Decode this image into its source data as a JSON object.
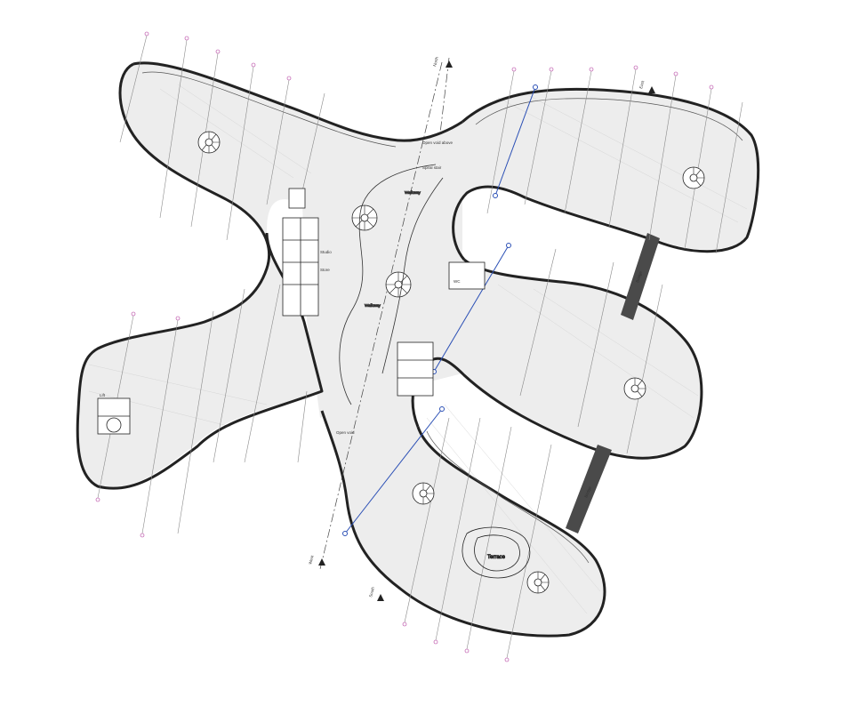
{
  "plan": {
    "labels": {
      "roof_terrace": "Terrace",
      "void_top": "Open void above",
      "void_center": "Open void",
      "stair_note": "Spiral stair",
      "bridge_left": "Bridge",
      "bridge_right": "Bridge",
      "walk_a": "Walkway",
      "walk_b": "Walkway",
      "room_a": "Studio",
      "room_b": "Store",
      "room_c": "WC",
      "room_d": "Lift",
      "north": "North",
      "south": "South",
      "east": "East",
      "west": "West"
    },
    "colors": {
      "outline": "#222222",
      "fill": "#ededed",
      "gridline": "#8a8a8a",
      "grid_tag": "#b0349b",
      "axis_blue": "#2a4fb5"
    }
  }
}
